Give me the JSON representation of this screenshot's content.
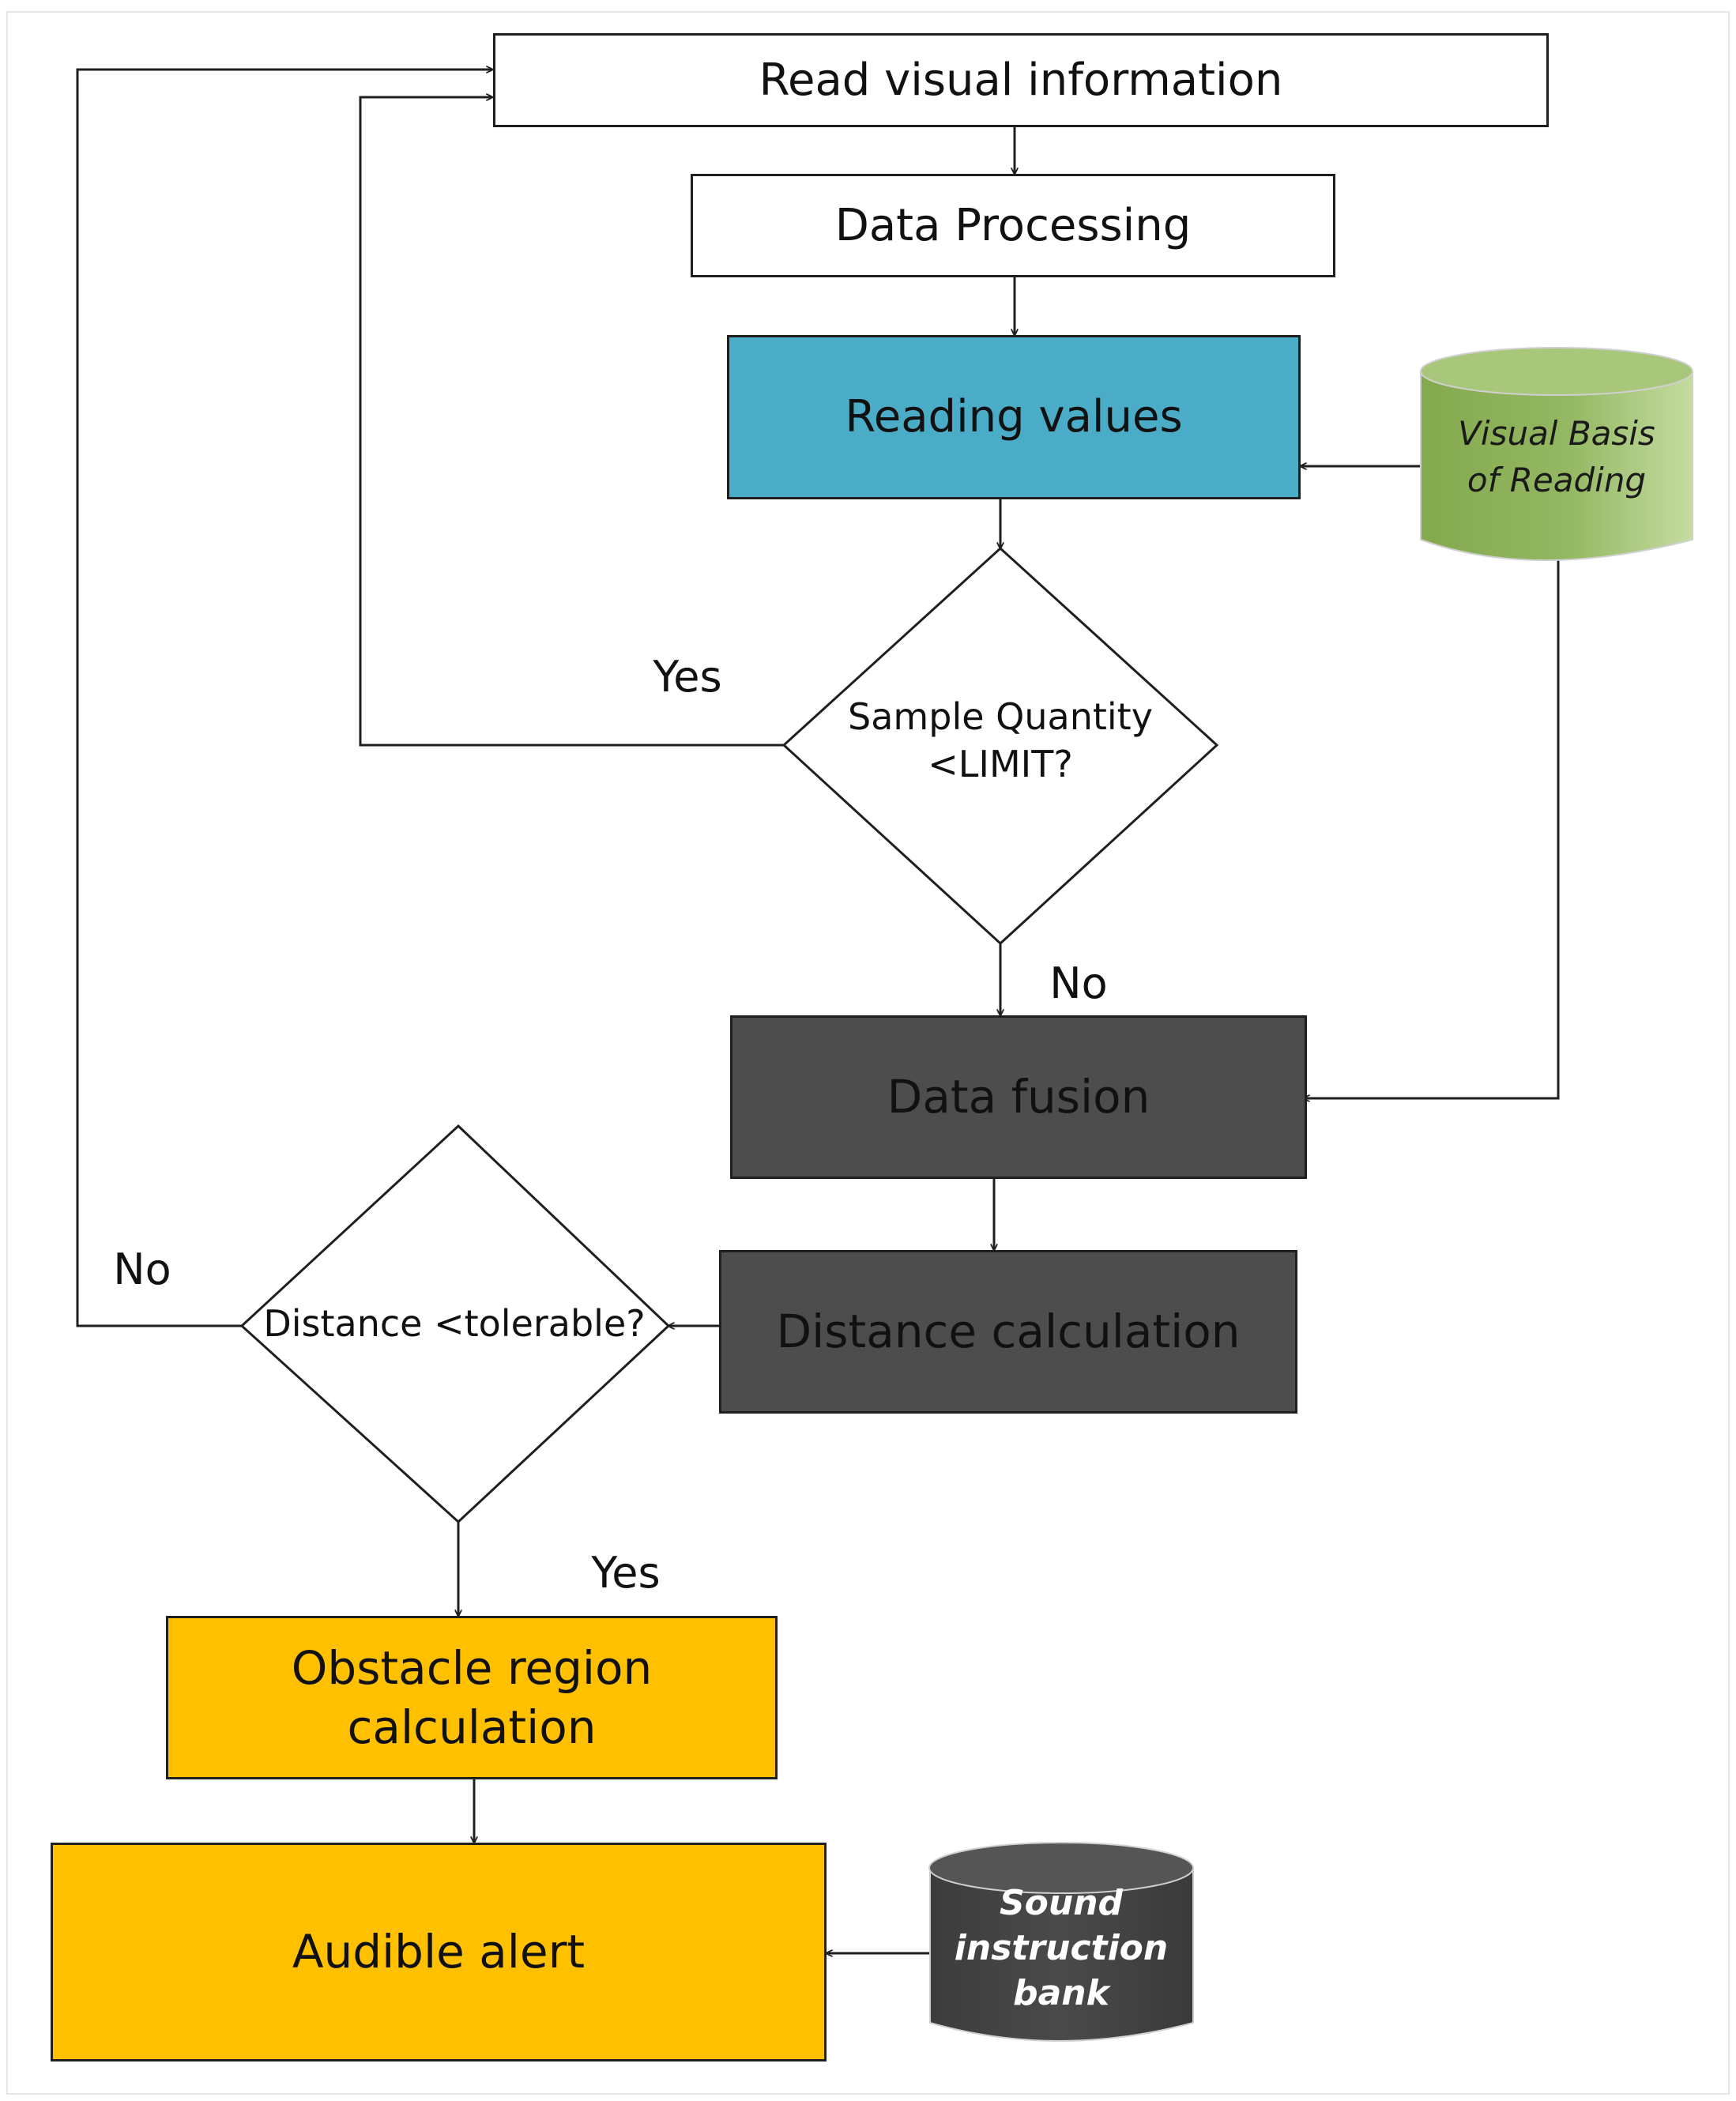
{
  "nodes": {
    "read_visual": "Read visual information",
    "data_processing": "Data Processing",
    "reading_values": "Reading values",
    "sample_quantity": [
      "Sample Quantity",
      "<LIMIT?"
    ],
    "visual_basis": [
      "Visual Basis",
      "of Reading"
    ],
    "data_fusion": "Data fusion",
    "distance_calculation": "Distance calculation",
    "distance_tolerable": "Distance <tolerable?",
    "obstacle_region": [
      "Obstacle region",
      "calculation"
    ],
    "audible_alert": "Audible alert",
    "sound_bank": [
      "Sound",
      "instruction",
      "bank"
    ]
  },
  "edge_labels": {
    "limit_yes": "Yes",
    "limit_no": "No",
    "tolerable_no": "No",
    "tolerable_yes": "Yes"
  },
  "colors": {
    "line": "#1f1f1f",
    "teal": "#4aacc6",
    "dark_gray": "#4d4d4d",
    "gold": "#ffc000",
    "green_top": "#a9c77a",
    "green_body": "#8eb15c",
    "cylinder_dark": "#444444"
  }
}
